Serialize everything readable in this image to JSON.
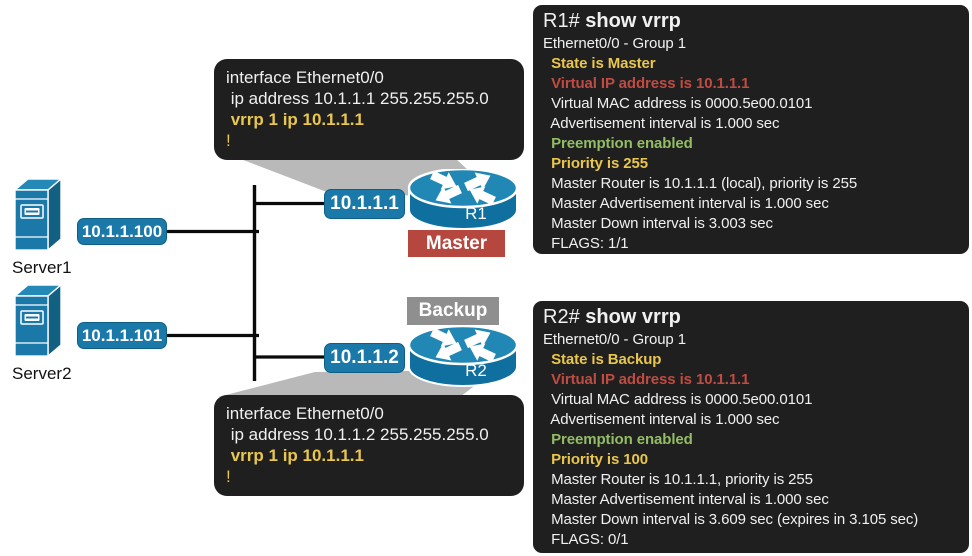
{
  "palette": {
    "box_bg": "#1f1f1f",
    "text_white": "#f0f0f0",
    "text_yellow": "#e9c64d",
    "text_red": "#c04b42",
    "text_green": "#93bd65",
    "device_blue": "#1a79a9",
    "master_bg": "#b5473e",
    "backup_bg": "#8f8f8f",
    "callout_gray": "#b9b9b9",
    "wire_black": "#0a0a0a"
  },
  "servers": [
    {
      "name": "Server1",
      "ip": "10.1.1.100"
    },
    {
      "name": "Server2",
      "ip": "10.1.1.101"
    }
  ],
  "routers": [
    {
      "name": "R1",
      "ip": "10.1.1.1",
      "role": "Master"
    },
    {
      "name": "R2",
      "ip": "10.1.1.2",
      "role": "Backup"
    }
  ],
  "configs": [
    {
      "owner": "R1",
      "lines": [
        {
          "seg": [
            {
              "t": "interface Ethernet0/0",
              "c": "w"
            }
          ]
        },
        {
          "seg": [
            {
              "t": " ip address 10.1.1.1 255.255.255.0",
              "c": "w"
            }
          ]
        },
        {
          "seg": [
            {
              "t": " vrrp 1 ip 10.1.1.1",
              "c": "y",
              "b": true
            }
          ]
        },
        {
          "seg": [
            {
              "t": "!",
              "c": "y"
            }
          ]
        }
      ]
    },
    {
      "owner": "R2",
      "lines": [
        {
          "seg": [
            {
              "t": "interface Ethernet0/0",
              "c": "w"
            }
          ]
        },
        {
          "seg": [
            {
              "t": " ip address 10.1.1.2 255.255.255.0",
              "c": "w"
            }
          ]
        },
        {
          "seg": [
            {
              "t": " vrrp 1 ip 10.1.1.1",
              "c": "y",
              "b": true
            }
          ]
        },
        {
          "seg": [
            {
              "t": "!",
              "c": "y"
            }
          ]
        }
      ]
    }
  ],
  "terminals": [
    {
      "owner": "R1",
      "lines": [
        {
          "size": "lg",
          "seg": [
            {
              "t": "R1# ",
              "c": "w"
            },
            {
              "t": "show vrrp",
              "c": "w",
              "b": true
            }
          ]
        },
        {
          "seg": [
            {
              "t": "Ethernet0/0 - Group 1",
              "c": "w"
            }
          ]
        },
        {
          "seg": [
            {
              "t": "  State is Master",
              "c": "y",
              "b": true
            }
          ]
        },
        {
          "seg": [
            {
              "t": "  Virtual IP address is 10.1.1.1",
              "c": "r",
              "b": true
            }
          ]
        },
        {
          "seg": [
            {
              "t": "  Virtual MAC address is 0000.5e00.0101",
              "c": "w"
            }
          ]
        },
        {
          "seg": [
            {
              "t": "  Advertisement interval is 1.000 sec",
              "c": "w"
            }
          ]
        },
        {
          "seg": [
            {
              "t": "  Preemption enabled",
              "c": "g",
              "b": true
            }
          ]
        },
        {
          "seg": [
            {
              "t": "  Priority is 255",
              "c": "y",
              "b": true
            }
          ]
        },
        {
          "seg": [
            {
              "t": "  Master Router is 10.1.1.1 (local), priority is 255",
              "c": "w"
            }
          ]
        },
        {
          "seg": [
            {
              "t": "  Master Advertisement interval is 1.000 sec",
              "c": "w"
            }
          ]
        },
        {
          "seg": [
            {
              "t": "  Master Down interval is 3.003 sec",
              "c": "w"
            }
          ]
        },
        {
          "seg": [
            {
              "t": "  FLAGS: 1/1",
              "c": "w"
            }
          ]
        }
      ]
    },
    {
      "owner": "R2",
      "lines": [
        {
          "size": "lg",
          "seg": [
            {
              "t": "R2# ",
              "c": "w"
            },
            {
              "t": "show vrrp",
              "c": "w",
              "b": true
            }
          ]
        },
        {
          "seg": [
            {
              "t": "Ethernet0/0 - Group 1",
              "c": "w"
            }
          ]
        },
        {
          "seg": [
            {
              "t": "  State is Backup",
              "c": "y",
              "b": true
            }
          ]
        },
        {
          "seg": [
            {
              "t": "  Virtual IP address is 10.1.1.1",
              "c": "r",
              "b": true
            }
          ]
        },
        {
          "seg": [
            {
              "t": "  Virtual MAC address is 0000.5e00.0101",
              "c": "w"
            }
          ]
        },
        {
          "seg": [
            {
              "t": "  Advertisement interval is 1.000 sec",
              "c": "w"
            }
          ]
        },
        {
          "seg": [
            {
              "t": "  Preemption enabled",
              "c": "g",
              "b": true
            }
          ]
        },
        {
          "seg": [
            {
              "t": "  Priority is 100",
              "c": "y",
              "b": true
            }
          ]
        },
        {
          "seg": [
            {
              "t": "  Master Router is 10.1.1.1, priority is 255",
              "c": "w"
            }
          ]
        },
        {
          "seg": [
            {
              "t": "  Master Advertisement interval is 1.000 sec",
              "c": "w"
            }
          ]
        },
        {
          "seg": [
            {
              "t": "  Master Down interval is 3.609 sec (expires in 3.105 sec)",
              "c": "w"
            }
          ]
        },
        {
          "seg": [
            {
              "t": "  FLAGS: 0/1",
              "c": "w"
            }
          ]
        }
      ]
    }
  ]
}
